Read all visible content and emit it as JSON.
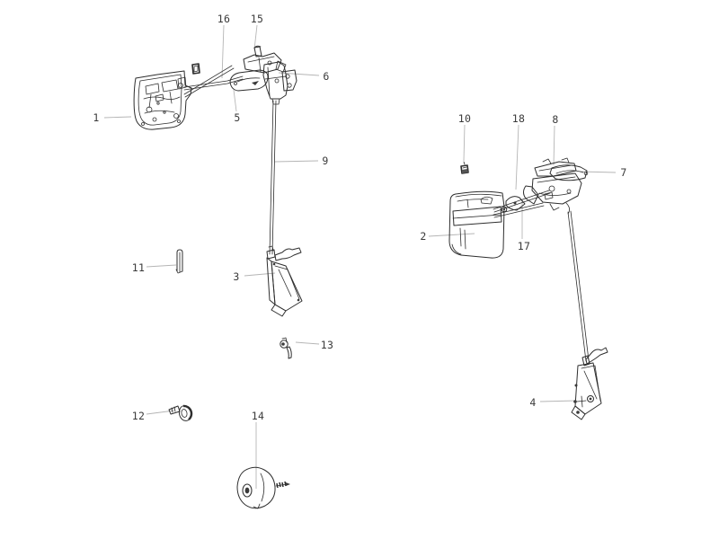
{
  "diagram": {
    "type": "exploded-parts-diagram",
    "subject": "door lock and handle control linkage, left and right assemblies",
    "background_color": "#ffffff",
    "line_color": "#2e2e2e",
    "leader_color": "#b5b5b5",
    "label_color": "#3a3a3a",
    "part_labels": [
      {
        "text": "1"
      },
      {
        "text": "2"
      },
      {
        "text": "3"
      },
      {
        "text": "4"
      },
      {
        "text": "5"
      },
      {
        "text": "6"
      },
      {
        "text": "7"
      },
      {
        "text": "8"
      },
      {
        "text": "9"
      },
      {
        "text": "10"
      },
      {
        "text": "11"
      },
      {
        "text": "12"
      },
      {
        "text": "13"
      },
      {
        "text": "14"
      },
      {
        "text": "15"
      },
      {
        "text": "16"
      },
      {
        "text": "17"
      },
      {
        "text": "18"
      }
    ]
  }
}
